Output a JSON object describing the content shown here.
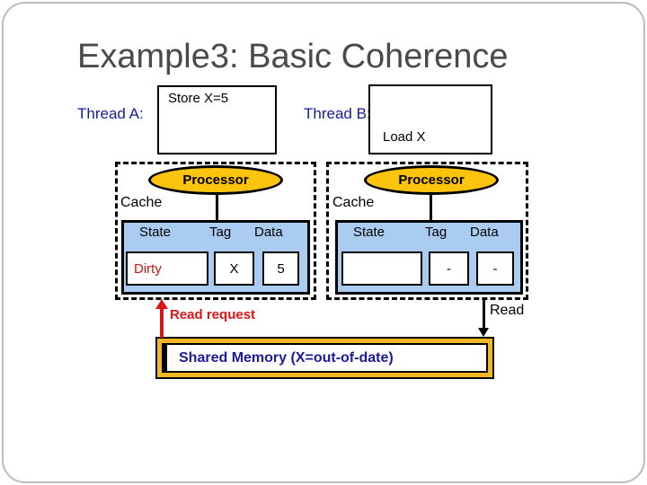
{
  "title": "Example3: Basic Coherence",
  "threads": {
    "a": {
      "label": "Thread A:",
      "code": "Store X=5"
    },
    "b": {
      "label": "Thread B:",
      "code": "Load X"
    }
  },
  "diagram": {
    "processor_label": "Processor",
    "cache_label": "Cache",
    "table_headers": {
      "state": "State",
      "tag": "Tag",
      "data": "Data"
    },
    "cache_a": {
      "state": "Dirty",
      "tag": "X",
      "data": "5"
    },
    "cache_b": {
      "state": "",
      "tag": "-",
      "data": "-"
    }
  },
  "arrows": {
    "read_request_label": "Read request",
    "read_label": "Read"
  },
  "memory": {
    "label": "Shared Memory (X=out-of-date)"
  },
  "colors": {
    "title_gray": "#4a4a4a",
    "label_blue": "#1a1a9c",
    "table_blue": "#a9ccf0",
    "processor_gold": "#fdc40e",
    "memory_gold": "#f2b722",
    "dirty_red": "#cc1111",
    "arrow_red": "#dd1414"
  }
}
